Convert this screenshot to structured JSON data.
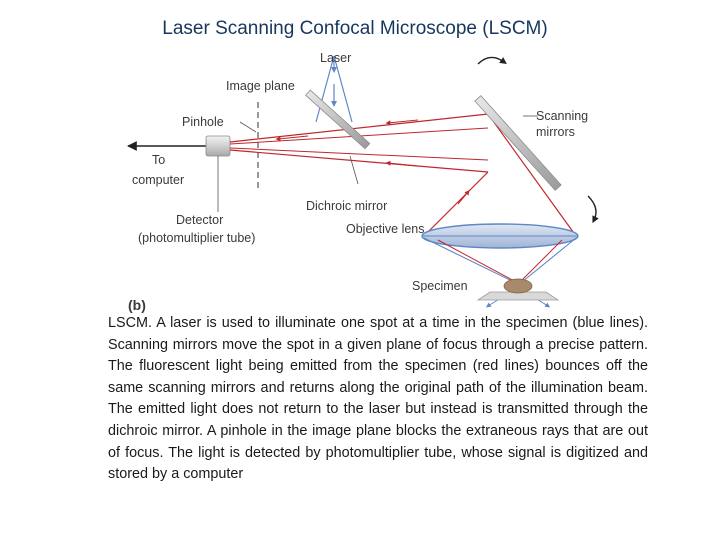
{
  "title": "Laser Scanning Confocal Microscope (LSCM)",
  "diagram": {
    "labels": {
      "laser": "Laser",
      "image_plane": "Image plane",
      "pinhole": "Pinhole",
      "to": "To",
      "computer": "computer",
      "scanning": "Scanning",
      "mirrors": "mirrors",
      "dichroic_mirror": "Dichroic mirror",
      "objective_lens": "Objective lens",
      "detector": "Detector",
      "photomultiplier_tube": "(photomultiplier tube)",
      "specimen": "Specimen",
      "panel": "(b)"
    },
    "colors": {
      "blue_beam": "#5f86c6",
      "red_beam": "#c0272d",
      "mirror": "#b8b8b8"
    }
  },
  "caption": "LSCM. A laser is used to illuminate one spot at a time in the specimen (blue lines). Scanning mirrors move the spot in  a given plane of focus through a precise pattern. The fluorescent light being emitted from the specimen (red lines) bounces off the same scanning mirrors and returns along the original path of the illumination beam. The emitted light does not return to the  laser but instead is transmitted through the dichroic mirror. A pinhole in the image plane blocks the extraneous rays that are out of focus. The light is detected by photomultiplier tube, whose signal is digitized and stored by a computer"
}
